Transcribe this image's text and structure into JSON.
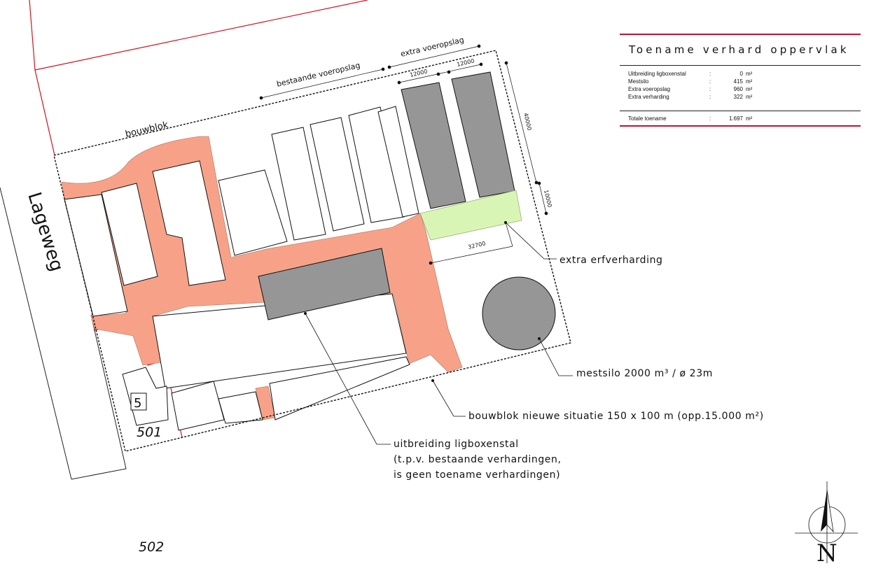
{
  "labels": {
    "road": "Lageweg",
    "bouwblok": "bouwblok",
    "existing_storage": "bestaande voeropslag",
    "extra_storage": "extra voeropslag",
    "dim_12000_a": "12000",
    "dim_12000_b": "12000",
    "dim_40000": "40000",
    "dim_10000": "10000",
    "dim_32700": "32700",
    "extra_paving": "extra erfverharding",
    "silo": "mestsilo 2000 m³ / ø 23m",
    "block_new": "bouwblok nieuwe situatie 150 x 100 m (opp.15.000 m²)",
    "stable_line1": "uitbreiding ligboxenstal",
    "stable_line2": "(t.p.v. bestaande verhardingen,",
    "stable_line3": "is geen toename verhardingen)",
    "house_number": "5",
    "parcel_501": "501",
    "parcel_502": "502",
    "north": "N"
  },
  "legend": {
    "title": "Toename verhard oppervlak",
    "rows": [
      {
        "label": "Uitbreiding ligboxenstal",
        "sep": ":",
        "value": "0",
        "unit": "m²"
      },
      {
        "label": "Mestsilo",
        "sep": ":",
        "value": "415",
        "unit": "m²"
      },
      {
        "label": "Extra voeropslag",
        "sep": ":",
        "value": "960",
        "unit": "m²"
      },
      {
        "label": "Extra verharding",
        "sep": ":",
        "value": "322",
        "unit": "m²"
      }
    ],
    "total": {
      "label": "Totale toename",
      "sep": ":",
      "value": "1.697",
      "unit": "m²"
    }
  },
  "colors": {
    "existing_paving": "#f7a288",
    "new_building": "#969696",
    "extra_paving": "#d9f5b5",
    "parcel_boundary": "#d4111e",
    "outline": "#111111"
  }
}
